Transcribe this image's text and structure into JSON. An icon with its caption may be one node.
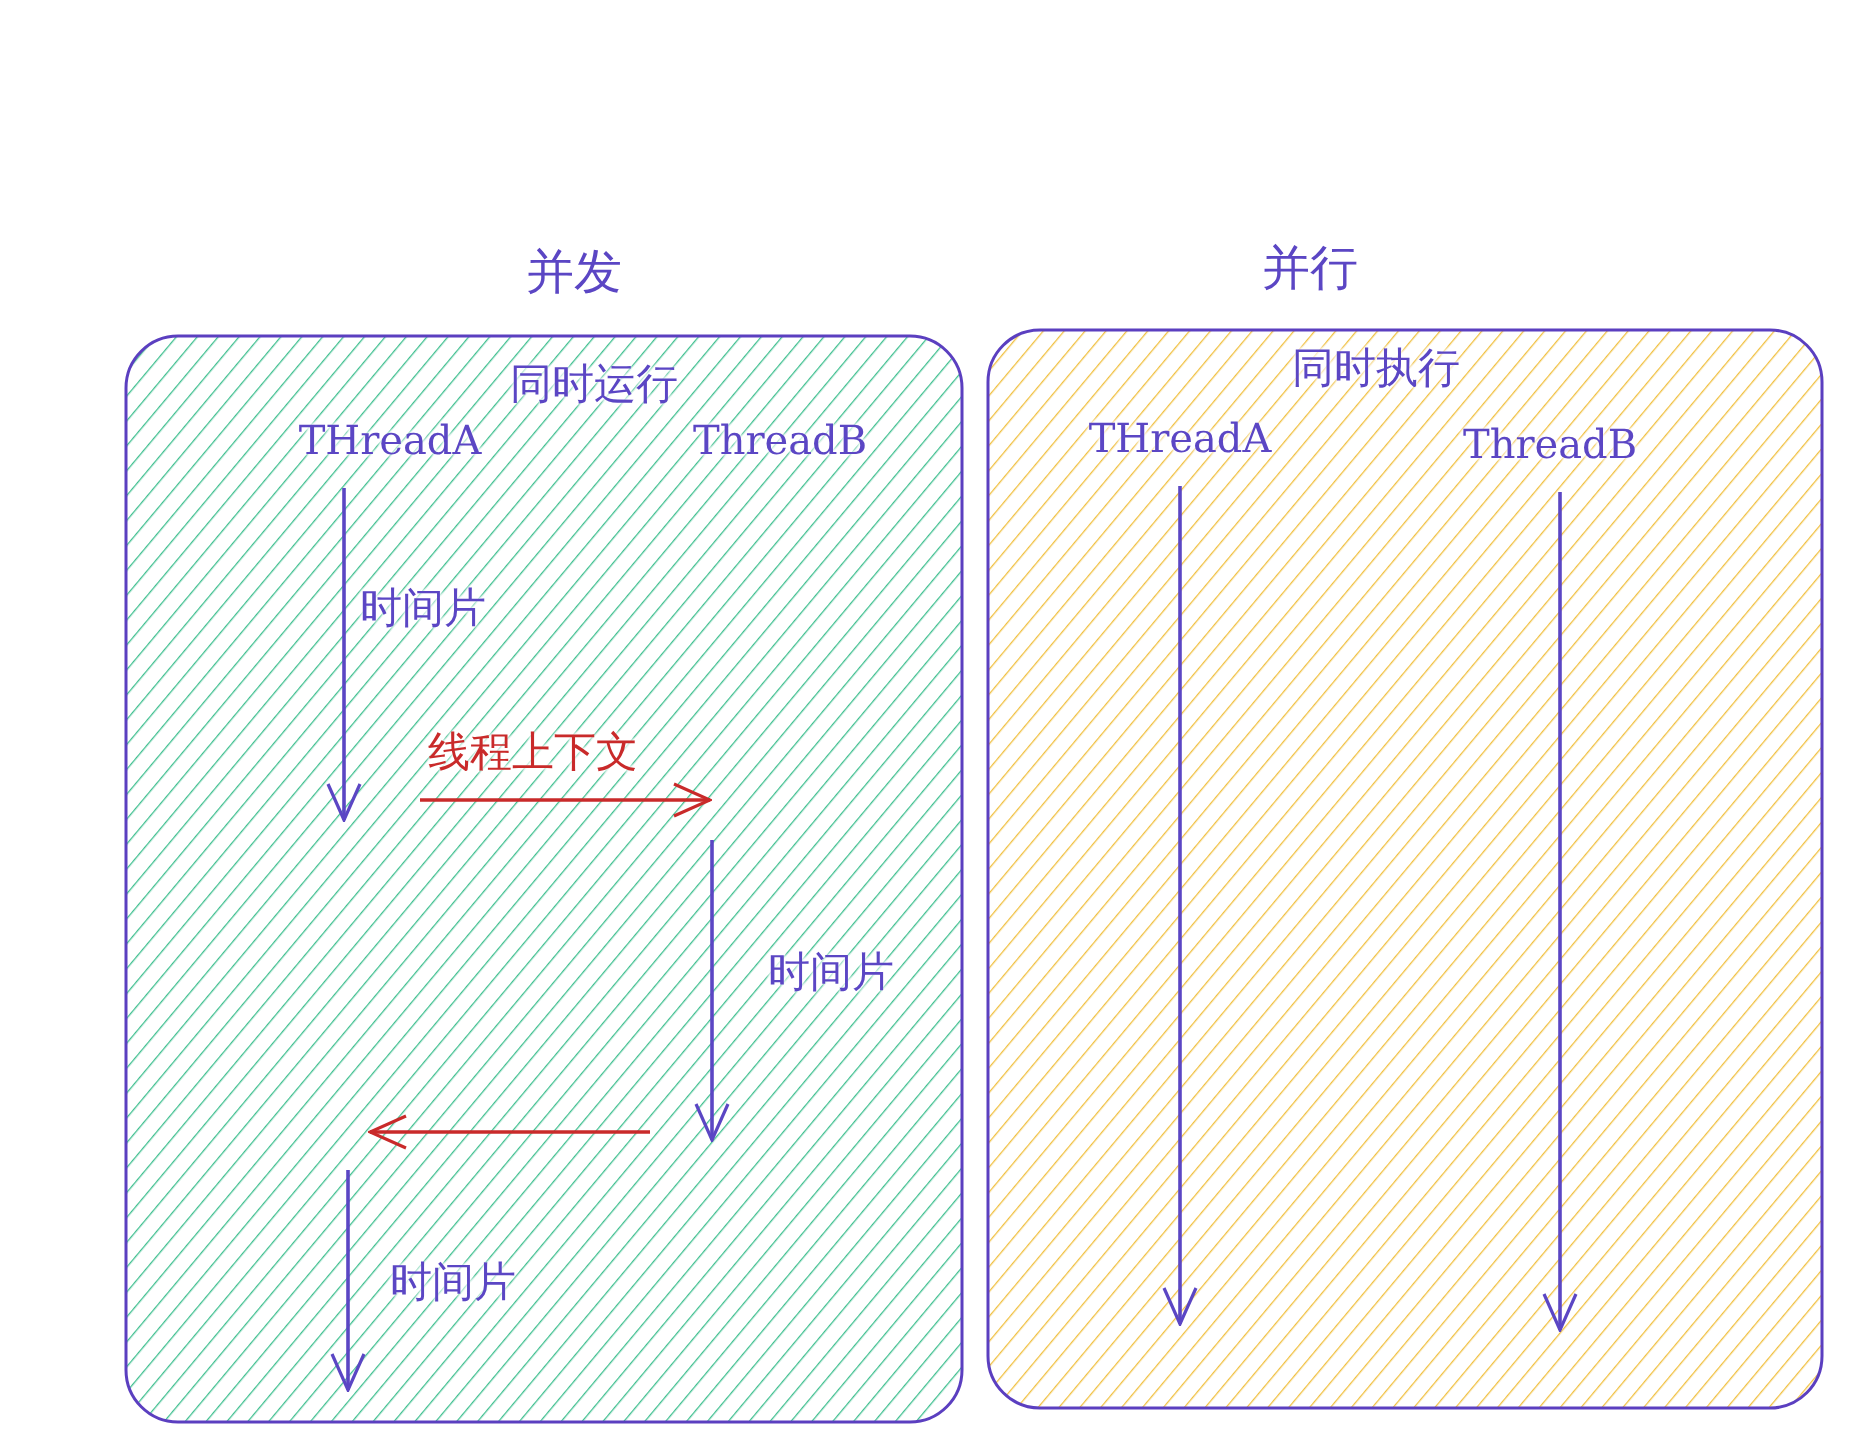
{
  "diagram": {
    "nodes": [
      {
        "text": [
          "并发",
          "同时运行"
        ]
      },
      {
        "text": [
          "THreadA"
        ],
        "in": 0
      },
      {
        "text": [
          "ThreadB"
        ],
        "in": 0
      },
      {
        "text": [
          "并行",
          "同时执行"
        ]
      },
      {
        "text": [
          "THreadA"
        ],
        "in": 3
      },
      {
        "text": [
          "ThreadB"
        ],
        "in": 3
      }
    ],
    "edges": [
      {
        "from": 1,
        "to": null,
        "arrow": "to",
        "label": "时间片"
      },
      {
        "from": 4,
        "to": null,
        "arrow": "to"
      },
      {
        "from": 5,
        "to": null,
        "arrow": "to"
      }
    ],
    "labels": [
      "线程上下文",
      "时间片",
      "时间片"
    ]
  }
}
